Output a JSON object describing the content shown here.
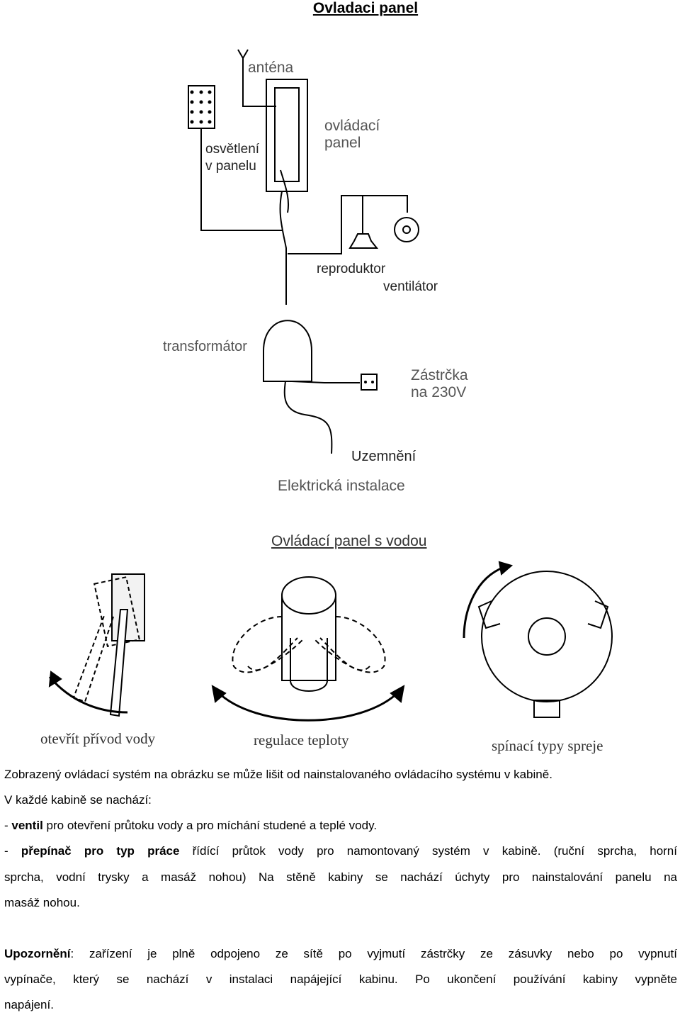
{
  "title": "Ovladaci panel",
  "wiring": {
    "antenna": "anténa",
    "lighting_line1": "osvětlení",
    "lighting_line2": "v panelu",
    "panel_line1": "ovládací",
    "panel_line2": "panel",
    "speaker": "reproduktor",
    "fan": "ventilátor",
    "transformer": "transformátor",
    "plug_line1": "Zástrčka",
    "plug_line2": "na 230V",
    "ground": "Uzemnění",
    "caption": "Elektrická instalace"
  },
  "water_title": "Ovládací panel s vodou",
  "water_captions": {
    "open": "otevřít přívod vody",
    "temp": "regulace teploty",
    "spray": "spínací typy spreje"
  },
  "text": {
    "p1": "Zobrazený ovládací systém na obrázku se může lišit od nainstalovaného ovládacího systému v kabině.",
    "p2": "V každé kabině se nachází:",
    "b1_dash": "- ",
    "b1_bold": "ventil",
    "b1_rest": " pro otevření průtoku vody a pro míchání studené a teplé vody.",
    "b2_dash": "- ",
    "b2_bold": "přepínač pro typ práce",
    "b2_l1": " řídící průtok vody pro namontovaný systém v kabině. (ruční sprcha, horní",
    "b2_l2": "sprcha, vodní trysky a masáž nohou) Na stěně kabiny se nachází úchyty pro nainstalování panelu na",
    "b2_l3": "masáž nohou.",
    "warn_bold": "Upozornění",
    "warn_l1": ": zařízení je plně odpojeno ze sítě po vyjmutí zástrčky ze zásuvky nebo po vypnutí",
    "warn_l2": "vypínače, který se nachází v instalaci napájející kabinu. Po ukončení používání kabiny vypněte",
    "warn_l3": "napájení."
  }
}
